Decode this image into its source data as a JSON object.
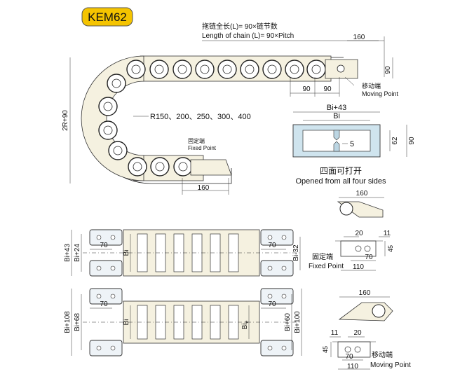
{
  "title": "KEM62",
  "colors": {
    "badge": "#f5c400",
    "plate": "#eef3f7",
    "link": "#f5f1e0",
    "frame": "#cfe4ee"
  },
  "side_view": {
    "length_cn": "拖链全长(L)= 90×链节数",
    "length_en": "Length of chain (L)= 90×Pitch",
    "radius": "R150、200、250、300、400",
    "height": "2R+90",
    "dim_top_160": "160",
    "dim_right_90": "90",
    "pitch_1": "90",
    "pitch_2": "90",
    "dim_bottom_160": "160",
    "moving_cn": "移动端",
    "moving_en": "Moving Point",
    "fixed_cn": "固定端",
    "fixed_en": "Fixed Point"
  },
  "section": {
    "bi43": "Bi+43",
    "bi": "Bi",
    "five": "5",
    "h62": "62",
    "h90": "90",
    "caption_cn": "四面可打开",
    "caption_en": "Opened from all four sides"
  },
  "plan_top": {
    "bi43": "Bi+43",
    "bi24": "Bi+24",
    "bi_left": "Bi",
    "p70_left": "70",
    "p70_right": "70",
    "bi_minus32": "Bi-32"
  },
  "plan_bottom": {
    "bi108": "Bi+108",
    "bi68": "Bi+68",
    "bi_left": "Bi",
    "bie": "Bi",
    "bie_sub": "e",
    "bi60": "Bi+60",
    "bi100": "Bi+100",
    "p70_left": "70",
    "p70_right": "70"
  },
  "fixed_bracket": {
    "w160": "160",
    "d20": "20",
    "d11": "11",
    "d45": "45",
    "d70": "70",
    "d110": "110",
    "label_cn": "固定端",
    "label_en": "Fixed Point"
  },
  "moving_bracket": {
    "w160": "160",
    "d11": "11",
    "d20": "20",
    "d45": "45",
    "d70": "70",
    "d110": "110",
    "label_cn": "移动端",
    "label_en": "Moving Point"
  }
}
